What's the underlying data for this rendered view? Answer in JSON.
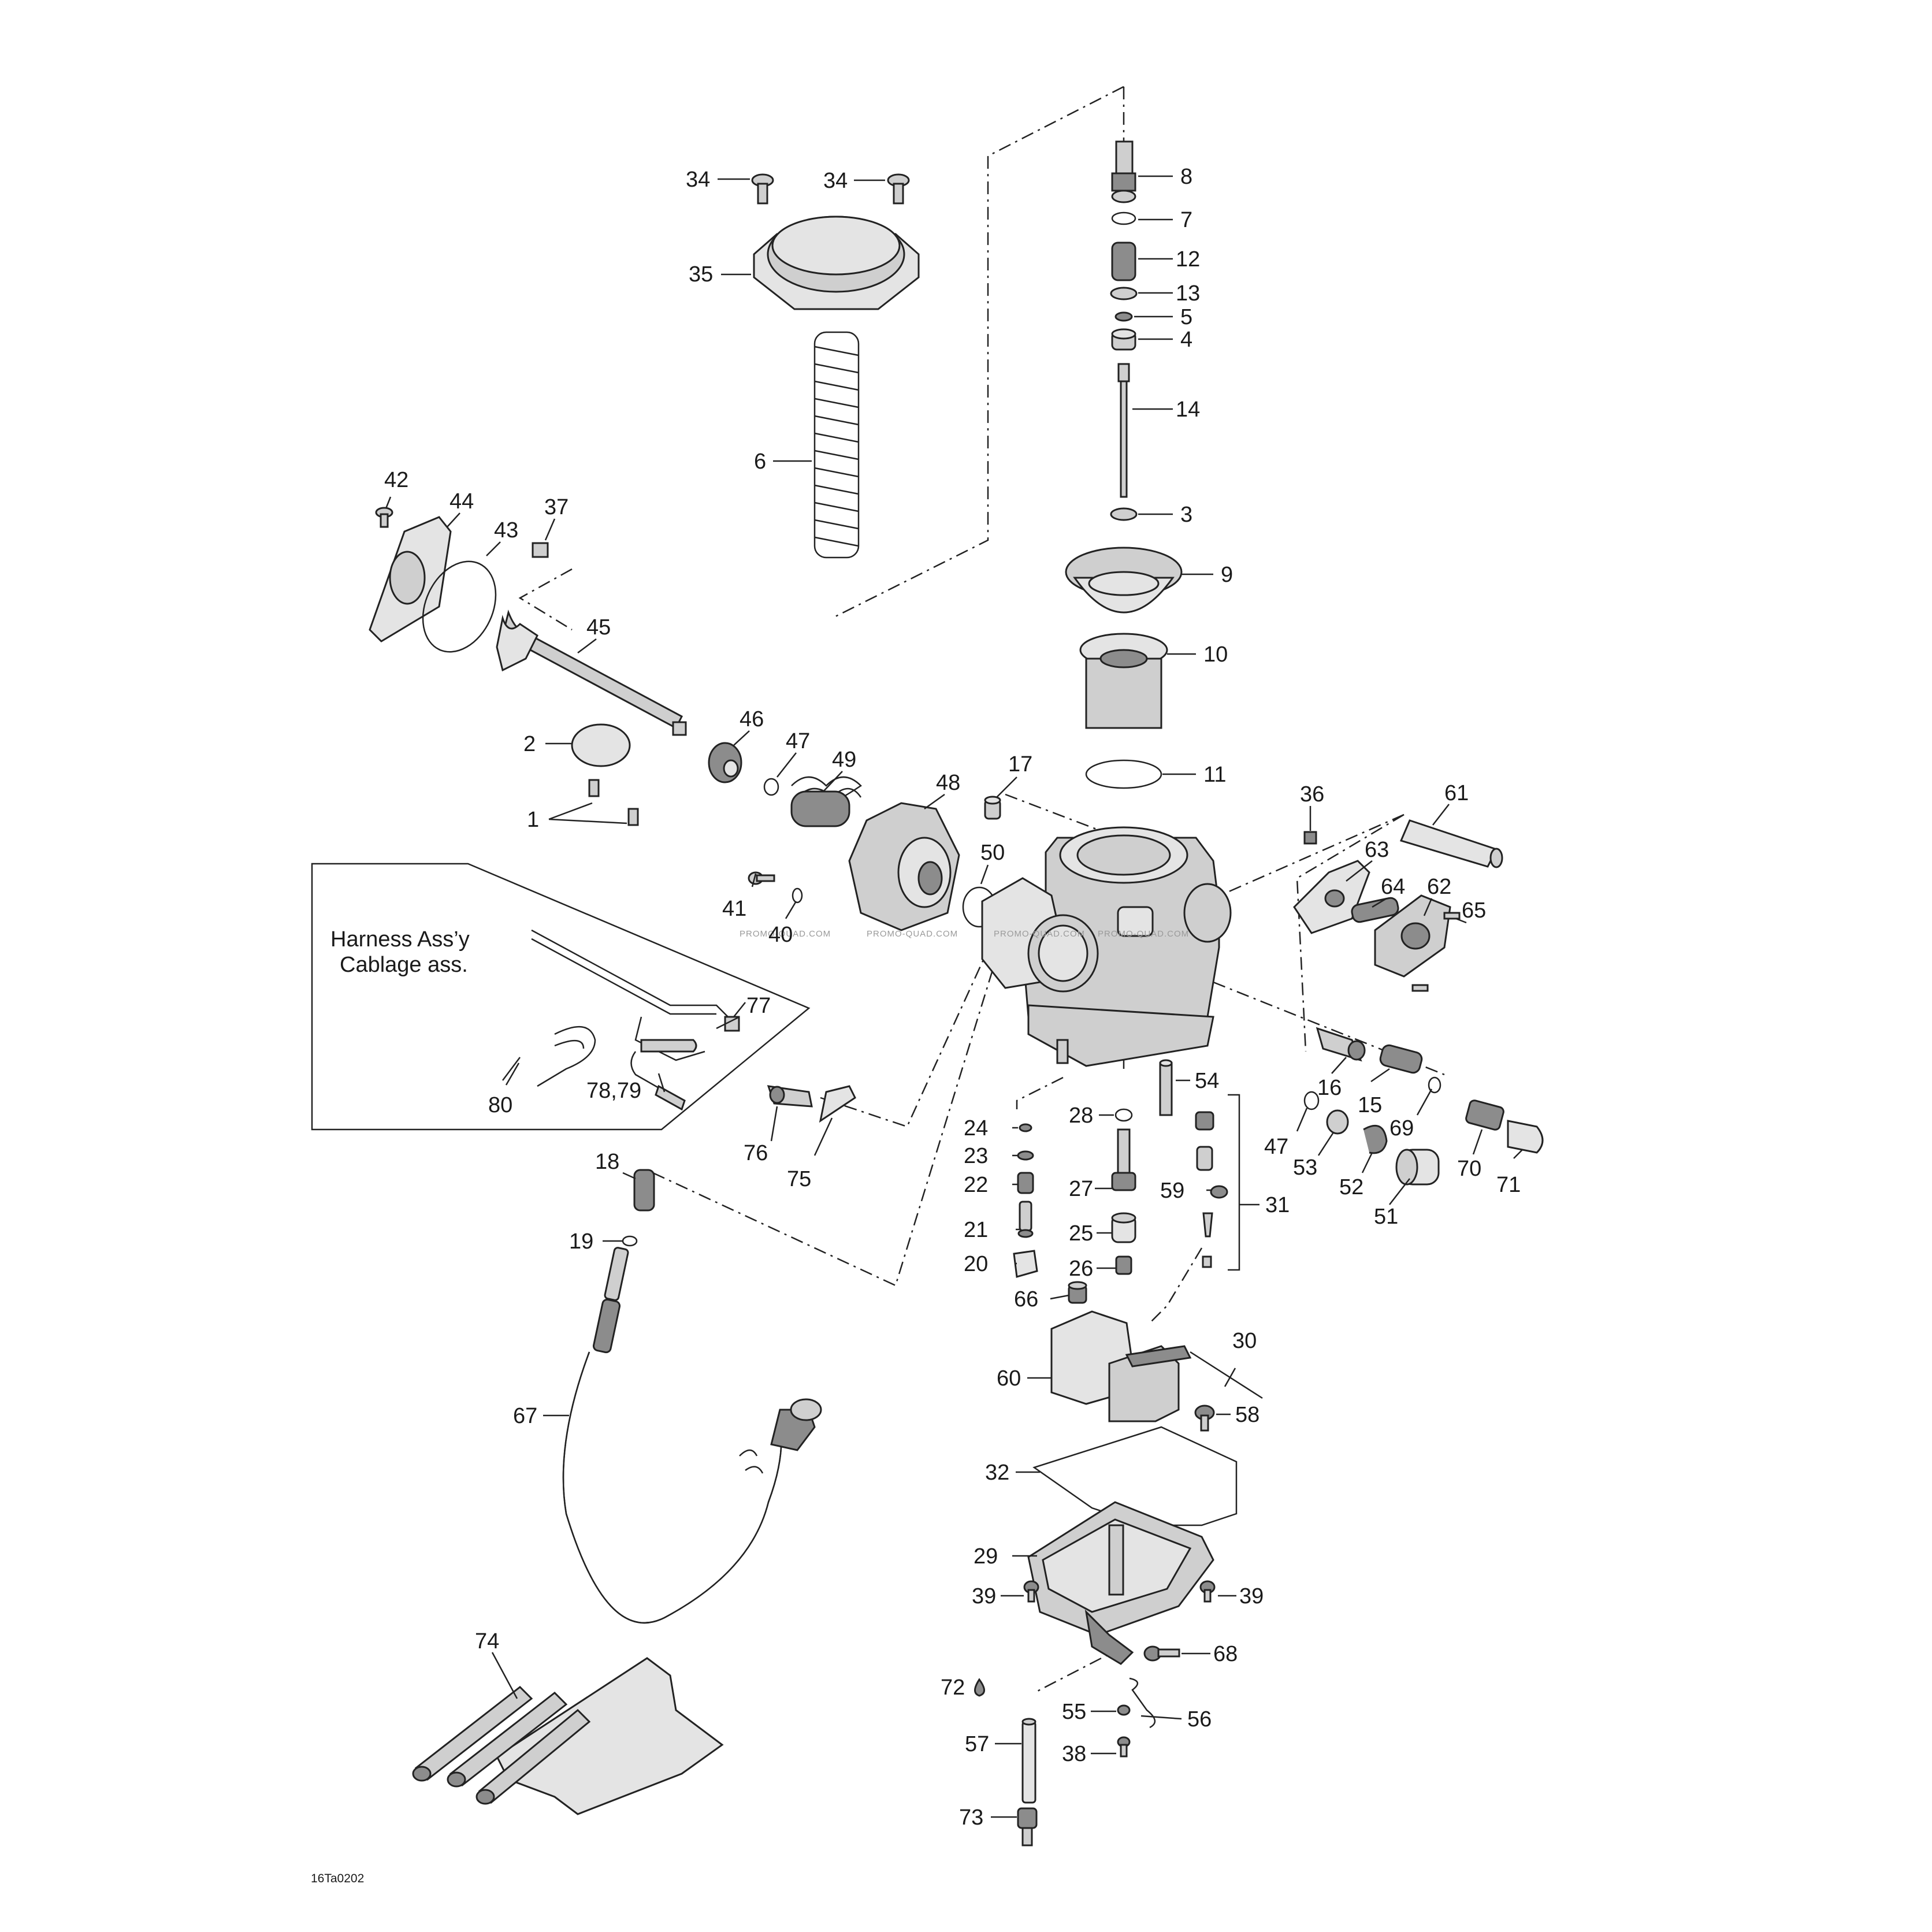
{
  "figure_id": "16Ta0202",
  "watermark": "PROMO-QUAD.COM",
  "harness_box": {
    "label_line1": "Harness Ass’y",
    "label_line2": "Cablage ass."
  },
  "callouts": {
    "p34a": "34",
    "p34b": "34",
    "p35": "35",
    "p6": "6",
    "p8": "8",
    "p7": "7",
    "p12": "12",
    "p13": "13",
    "p5": "5",
    "p4": "4",
    "p14": "14",
    "p3": "3",
    "p9": "9",
    "p10": "10",
    "p11": "11",
    "p42": "42",
    "p44": "44",
    "p43": "43",
    "p37": "37",
    "p45": "45",
    "p2": "2",
    "p1": "1",
    "p46": "46",
    "p47a": "47",
    "p49": "49",
    "p48": "48",
    "p17": "17",
    "p36": "36",
    "p61": "61",
    "p63": "63",
    "p64": "64",
    "p62": "62",
    "p65": "65",
    "p50": "50",
    "p41": "41",
    "p40": "40",
    "p77": "77",
    "p78_79": "78,79",
    "p80": "80",
    "p16": "16",
    "p15": "15",
    "p69": "69",
    "p47b": "47",
    "p53": "53",
    "p52": "52",
    "p51": "51",
    "p70": "70",
    "p71": "71",
    "p54": "54",
    "p28": "28",
    "p24": "24",
    "p23": "23",
    "p22": "22",
    "p27": "27",
    "p59": "59",
    "p31": "31",
    "p21": "21",
    "p25": "25",
    "p20": "20",
    "p26": "26",
    "p66": "66",
    "p76": "76",
    "p75": "75",
    "p18": "18",
    "p19": "19",
    "p30": "30",
    "p60": "60",
    "p58": "58",
    "p67": "67",
    "p32": "32",
    "p29": "29",
    "p39a": "39",
    "p39b": "39",
    "p68": "68",
    "p72": "72",
    "p55": "55",
    "p56": "56",
    "p57": "57",
    "p38": "38",
    "p73": "73",
    "p74": "74"
  }
}
